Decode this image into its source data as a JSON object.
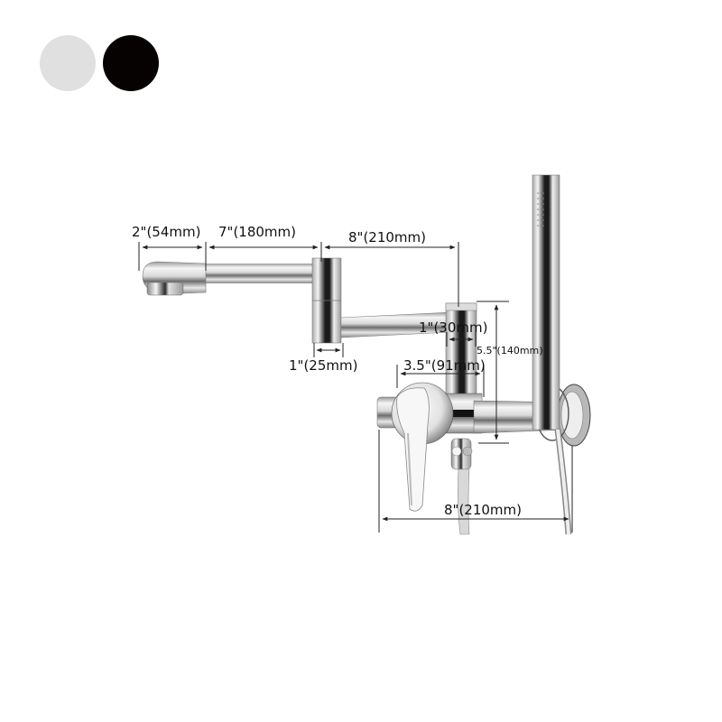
{
  "color_options": [
    {
      "name": "chrome",
      "color": "#e0e0e0"
    },
    {
      "name": "black",
      "color": "#070202"
    }
  ],
  "dimensions": {
    "spout_tip": "2\"(54mm)",
    "first_arm": "7\"(180mm)",
    "second_arm": "8\"(210mm)",
    "elbow_diameter": "1\"(25mm)",
    "riser_diameter": "1\"(30mm)",
    "riser_height": "5.5\"(140mm)",
    "valve_width": "3.5\"(91mm)",
    "overall_width": "8\"(210mm)"
  },
  "colors": {
    "chrome_dark": "#1a1a1a",
    "chrome_mid": "#9a9a9a",
    "chrome_light": "#f2f2f2",
    "dimension_line": "#222222"
  }
}
